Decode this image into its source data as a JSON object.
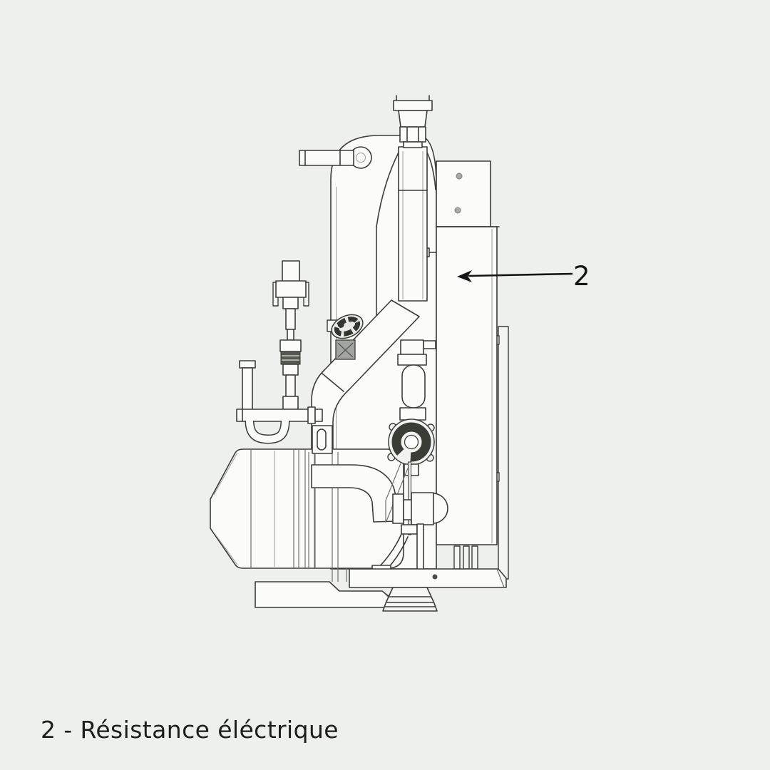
{
  "page": {
    "background_color": "#eef0ed"
  },
  "diagram": {
    "name": "steam-generator-parts-diagram",
    "subject": "technical line drawing of a steam generator unit, side view",
    "line_color": "#3b3d38",
    "fill_color": "#fbfcfa",
    "callout": {
      "label": "2",
      "points_to": "electric-heating-element-panel",
      "arrow_color": "#151515"
    }
  },
  "caption": {
    "text": "2 - Résistance éléctrique",
    "color": "#1d1d1d"
  },
  "parts": [
    {
      "id": "2",
      "name": "Résistance éléctrique"
    }
  ]
}
